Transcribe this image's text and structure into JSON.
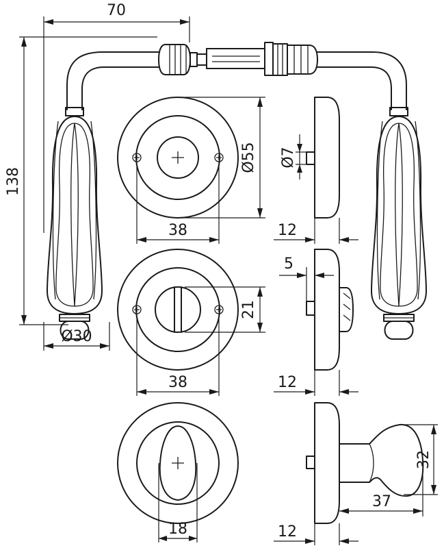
{
  "dimensions": {
    "handle_projection": "70",
    "handle_length": "138",
    "knob_diameter": "Ø30",
    "rose_diameter": "Ø55",
    "screw_spacing_key": "38",
    "screw_spacing_bathroom": "38",
    "rose_thickness_key": "12",
    "rose_thickness_bathroom": "12",
    "rose_thickness_turn": "12",
    "spindle_diameter": "Ø7",
    "bolt_offset": "5",
    "bathroom_slot": "21",
    "thumbturn_width": "18",
    "thumbturn_height": "32",
    "thumbturn_projection": "37"
  }
}
